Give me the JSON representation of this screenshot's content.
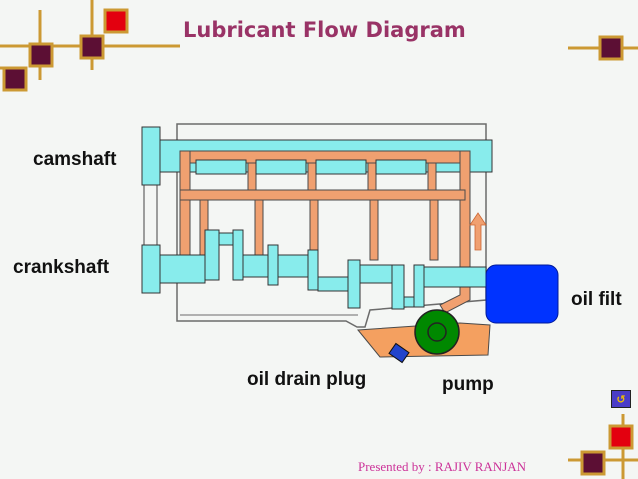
{
  "title": "Lubricant  Flow Diagram",
  "labels": {
    "camshaft": "camshaft",
    "crankshaft": "crankshaft",
    "oil_filter": "oil filt",
    "oil_drain_plug": "oil drain plug",
    "pump": "pump"
  },
  "footer": "Presented by : RAJIV  RANJAN",
  "nav_button": {
    "icon": "return-icon",
    "glyph": "↺"
  },
  "colors": {
    "title": "#993366",
    "footer": "#cc3399",
    "oil_passage": "#f0a070",
    "engine_part": "#88ecec",
    "oil_filter": "#0033ff",
    "pump": "#008800",
    "sump": "#f4a060",
    "drain_plug": "#2244cc",
    "deco_red": "#e3000f",
    "deco_maroon": "#5c0f34",
    "deco_gold": "#cc9933"
  }
}
